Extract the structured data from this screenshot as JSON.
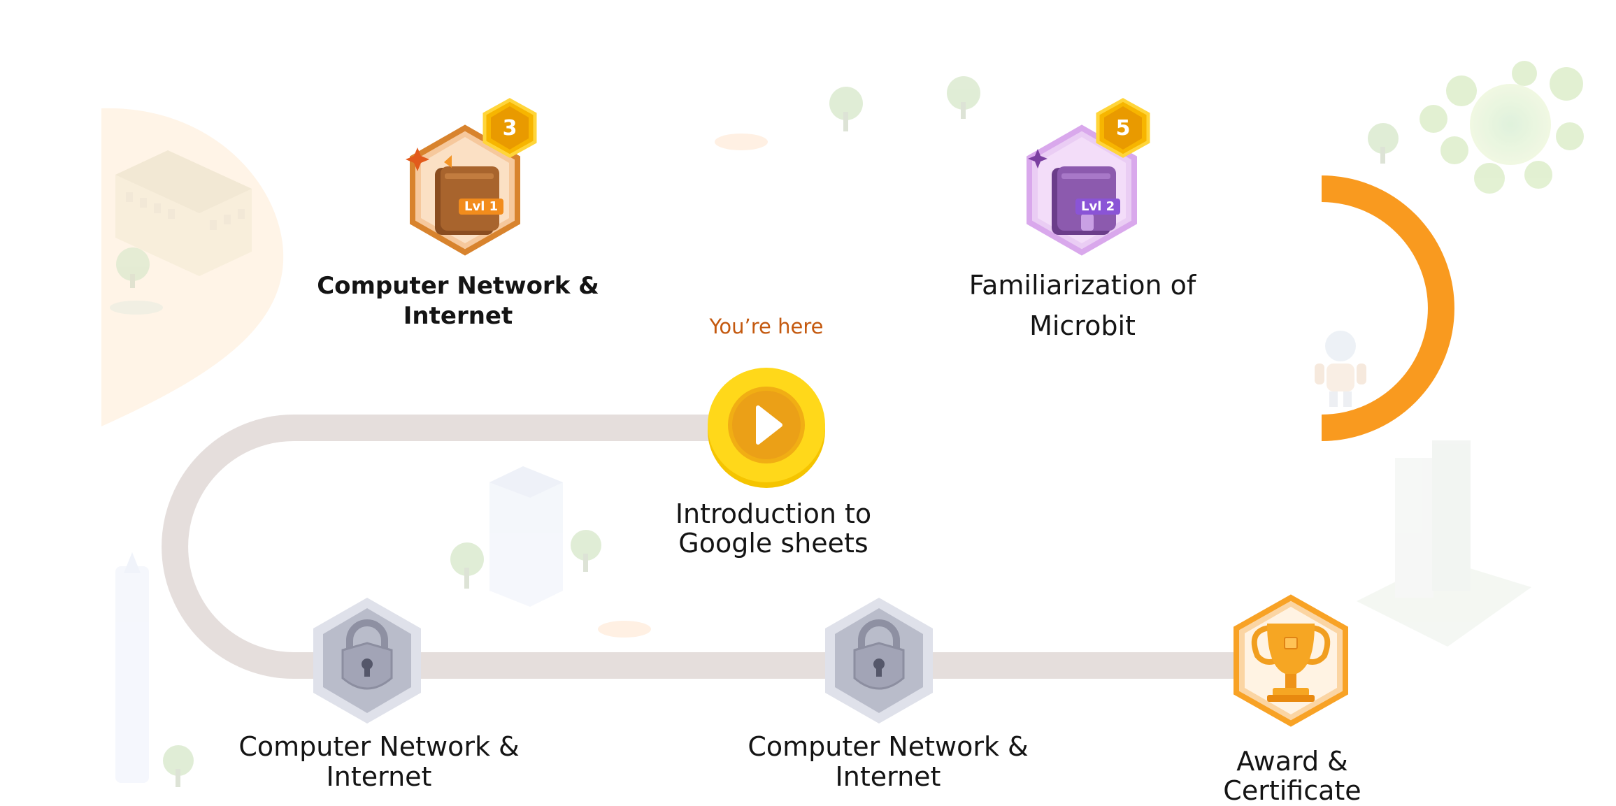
{
  "journey": {
    "current_marker": "You’re here",
    "modules": [
      {
        "title": "Computer Network &\nInternet",
        "state": "completed",
        "level_tag": "Lvl 1",
        "badge_count": "3",
        "icon": "book-icon",
        "color": "#e38a3a"
      },
      {
        "title": "Familiarization of\nMicrobit",
        "state": "completed",
        "level_tag": "Lvl 2",
        "badge_count": "5",
        "icon": "book-icon",
        "color": "#c688e0"
      },
      {
        "title": "Introduction to\nGoogle sheets",
        "state": "current",
        "icon": "play-icon",
        "color": "#f5c400"
      },
      {
        "title": "Computer Network &\nInternet",
        "state": "locked",
        "icon": "lock-icon",
        "color": "#b5b7c7"
      },
      {
        "title": "Computer Network &\nInternet",
        "state": "locked",
        "icon": "lock-icon",
        "color": "#b5b7c7"
      },
      {
        "title": "Award &\nCertificate",
        "state": "reward",
        "icon": "trophy-icon",
        "color": "#f7a21b"
      }
    ]
  },
  "colors": {
    "path_done": "#f99a1f",
    "path_done_light": "#ffc46a",
    "path_todo": "#e5dedc",
    "accent_text": "#c4590f"
  }
}
